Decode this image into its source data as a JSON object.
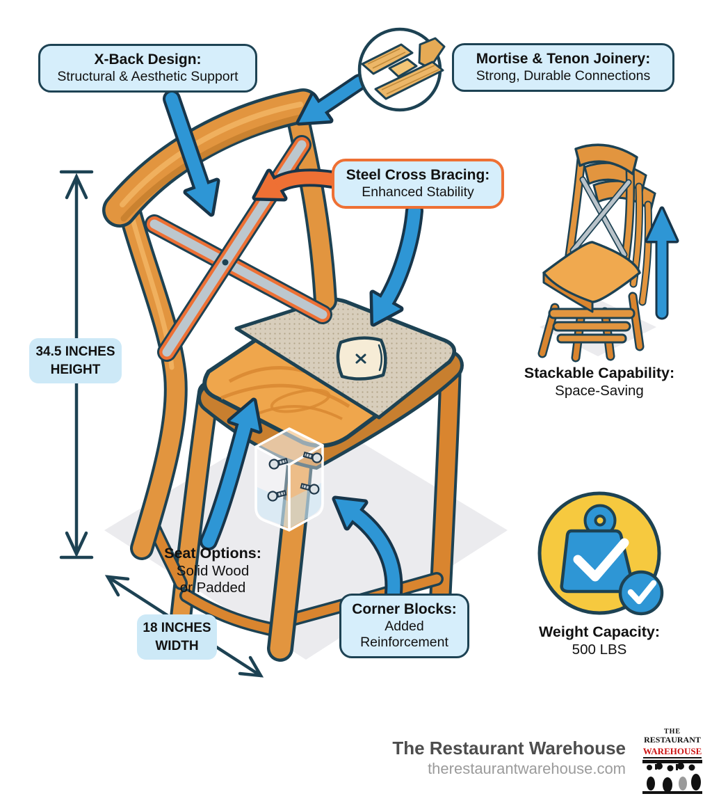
{
  "callouts": {
    "x_back": {
      "title": "X-Back Design:",
      "subtitle": "Structural & Aesthetic Support"
    },
    "mortise_tenon": {
      "title": "Mortise & Tenon Joinery:",
      "subtitle": "Strong, Durable Connections"
    },
    "steel_bracing": {
      "title": "Steel Cross Bracing:",
      "subtitle": "Enhanced Stability"
    },
    "seat_options": {
      "title": "Seat Options:",
      "line1": "Solid Wood",
      "line2": "or Padded"
    },
    "corner_blocks": {
      "title": "Corner Blocks:",
      "line1": "Added",
      "line2": "Reinforcement"
    },
    "stackable": {
      "title": "Stackable Capability:",
      "subtitle": "Space-Saving"
    },
    "weight_capacity": {
      "title": "Weight Capacity:",
      "subtitle": "500 LBS"
    }
  },
  "dimensions": {
    "height": {
      "value": "34.5 INCHES",
      "label": "HEIGHT"
    },
    "width": {
      "value": "18 INCHES",
      "label": "WIDTH"
    }
  },
  "footer": {
    "brand": "The Restaurant Warehouse",
    "website": "therestaurantwarehouse.com",
    "logo_line1": "THE",
    "logo_line2": "RESTAURANT",
    "logo_line3": "WAREHOUSE"
  },
  "colors": {
    "callout_bg": "#d6eefb",
    "navy_outline": "#1d4253",
    "orange_accent": "#ee7034",
    "arrow_blue": "#2e96d5",
    "wood": "#e2953f",
    "steel_gray": "#b9c3ca",
    "badge_yellow": "#f6c93f",
    "logo_red": "#cc1111"
  }
}
